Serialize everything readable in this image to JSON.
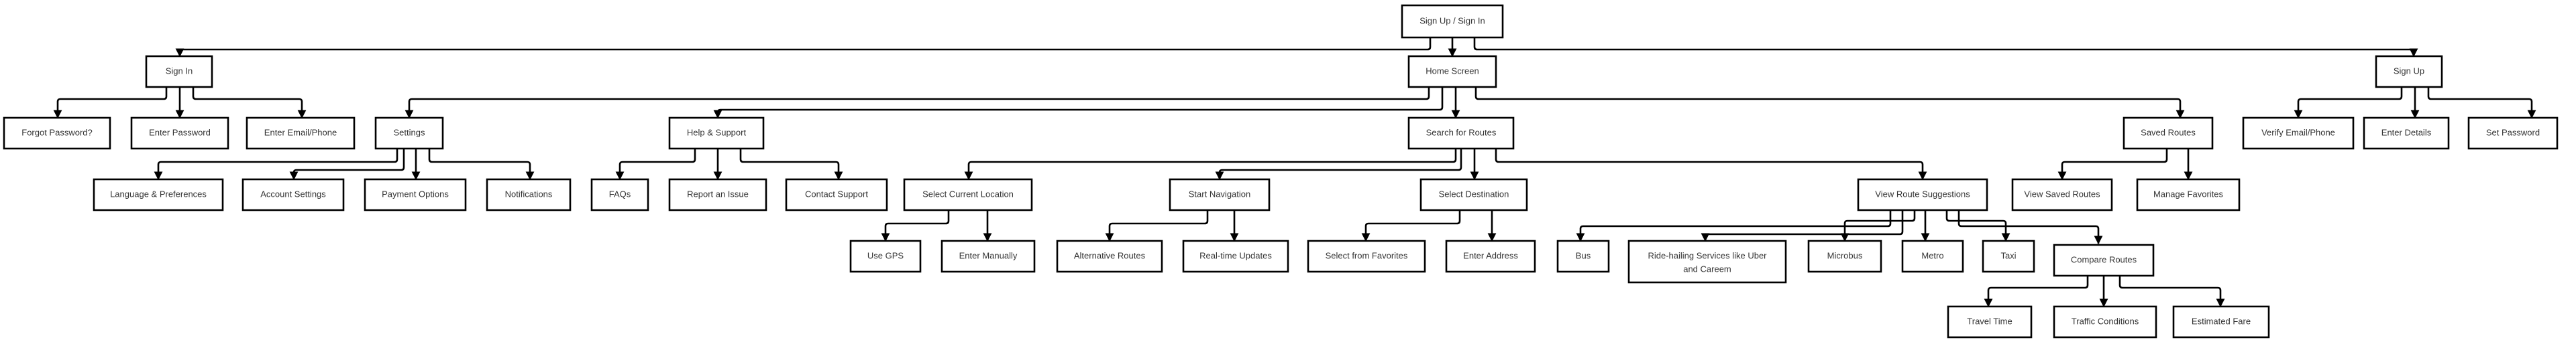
{
  "diagram": {
    "type": "flowchart-tree",
    "nodes": {
      "root": "Sign Up / Sign In",
      "sign_in": "Sign In",
      "home_screen": "Home Screen",
      "sign_up": "Sign Up",
      "forgot_password": "Forgot Password?",
      "enter_password": "Enter Password",
      "enter_email_phone": "Enter Email/Phone",
      "settings": "Settings",
      "help_support": "Help & Support",
      "search_routes": "Search for Routes",
      "saved_routes": "Saved Routes",
      "verify_email_phone": "Verify Email/Phone",
      "enter_details": "Enter Details",
      "set_password": "Set Password",
      "language_preferences": "Language & Preferences",
      "account_settings": "Account Settings",
      "payment_options": "Payment Options",
      "notifications": "Notifications",
      "faqs": "FAQs",
      "report_issue": "Report an Issue",
      "contact_support": "Contact Support",
      "select_current_location": "Select Current Location",
      "start_navigation": "Start Navigation",
      "select_destination": "Select Destination",
      "view_route_suggestions": "View Route Suggestions",
      "view_saved_routes": "View Saved Routes",
      "manage_favorites": "Manage Favorites",
      "use_gps": "Use GPS",
      "enter_manually": "Enter Manually",
      "alternative_routes": "Alternative Routes",
      "realtime_updates": "Real-time Updates",
      "select_from_favorites": "Select from Favorites",
      "enter_address": "Enter Address",
      "bus": "Bus",
      "ride_hailing_line1": "Ride-hailing Services like Uber",
      "ride_hailing_line2": "and Careem",
      "microbus": "Microbus",
      "metro": "Metro",
      "taxi": "Taxi",
      "compare_routes": "Compare Routes",
      "travel_time": "Travel Time",
      "traffic_conditions": "Traffic Conditions",
      "estimated_fare": "Estimated Fare"
    },
    "edges": [
      [
        "root",
        "sign_in"
      ],
      [
        "root",
        "home_screen"
      ],
      [
        "root",
        "sign_up"
      ],
      [
        "sign_in",
        "forgot_password"
      ],
      [
        "sign_in",
        "enter_password"
      ],
      [
        "sign_in",
        "enter_email_phone"
      ],
      [
        "home_screen",
        "settings"
      ],
      [
        "home_screen",
        "help_support"
      ],
      [
        "home_screen",
        "search_routes"
      ],
      [
        "home_screen",
        "saved_routes"
      ],
      [
        "sign_up",
        "verify_email_phone"
      ],
      [
        "sign_up",
        "enter_details"
      ],
      [
        "sign_up",
        "set_password"
      ],
      [
        "settings",
        "language_preferences"
      ],
      [
        "settings",
        "account_settings"
      ],
      [
        "settings",
        "payment_options"
      ],
      [
        "settings",
        "notifications"
      ],
      [
        "help_support",
        "faqs"
      ],
      [
        "help_support",
        "report_issue"
      ],
      [
        "help_support",
        "contact_support"
      ],
      [
        "search_routes",
        "select_current_location"
      ],
      [
        "search_routes",
        "start_navigation"
      ],
      [
        "search_routes",
        "select_destination"
      ],
      [
        "search_routes",
        "view_route_suggestions"
      ],
      [
        "saved_routes",
        "view_saved_routes"
      ],
      [
        "saved_routes",
        "manage_favorites"
      ],
      [
        "select_current_location",
        "use_gps"
      ],
      [
        "select_current_location",
        "enter_manually"
      ],
      [
        "start_navigation",
        "alternative_routes"
      ],
      [
        "start_navigation",
        "realtime_updates"
      ],
      [
        "select_destination",
        "select_from_favorites"
      ],
      [
        "select_destination",
        "enter_address"
      ],
      [
        "view_route_suggestions",
        "bus"
      ],
      [
        "view_route_suggestions",
        "ride_hailing"
      ],
      [
        "view_route_suggestions",
        "microbus"
      ],
      [
        "view_route_suggestions",
        "metro"
      ],
      [
        "view_route_suggestions",
        "taxi"
      ],
      [
        "view_route_suggestions",
        "compare_routes"
      ],
      [
        "compare_routes",
        "travel_time"
      ],
      [
        "compare_routes",
        "traffic_conditions"
      ],
      [
        "compare_routes",
        "estimated_fare"
      ]
    ],
    "colors": {
      "stroke": "#000000",
      "fill": "#ffffff",
      "text": "#333333"
    }
  }
}
